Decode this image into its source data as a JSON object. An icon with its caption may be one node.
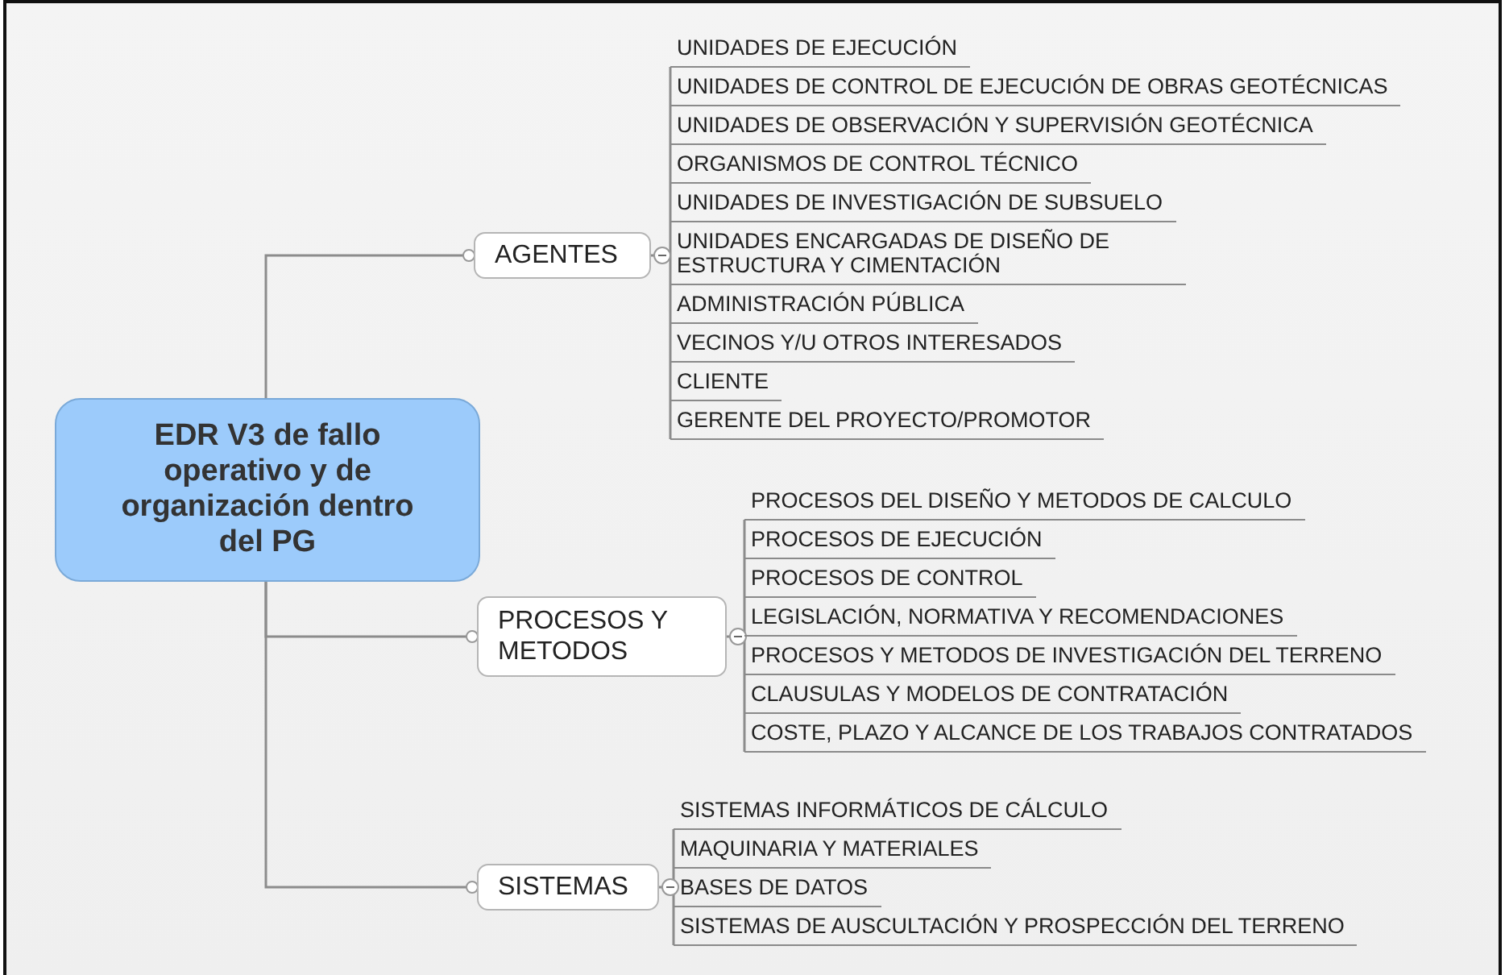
{
  "diagram": {
    "nodes": [
      {
        "text": [
          "EDR V3 de fallo operativo y de organización dentro del PG"
        ]
      },
      {
        "text": [
          "AGENTES"
        ]
      },
      {
        "text": [
          "UNIDADES DE EJECUCIÓN"
        ]
      },
      {
        "text": [
          "UNIDADES DE CONTROL DE EJECUCIÓN DE OBRAS GEOTÉCNICAS"
        ]
      },
      {
        "text": [
          "UNIDADES DE OBSERVACIÓN Y SUPERVISIÓN GEOTÉCNICA"
        ]
      },
      {
        "text": [
          "ORGANISMOS DE CONTROL TÉCNICO"
        ]
      },
      {
        "text": [
          "UNIDADES DE INVESTIGACIÓN DE SUBSUELO"
        ]
      },
      {
        "text": [
          "UNIDADES ENCARGADAS DE DISEÑO DE ESTRUCTURA Y CIMENTACIÓN"
        ]
      },
      {
        "text": [
          "ADMINISTRACIÓN PÚBLICA"
        ]
      },
      {
        "text": [
          "VECINOS Y/U OTROS INTERESADOS"
        ]
      },
      {
        "text": [
          "CLIENTE"
        ]
      },
      {
        "text": [
          "GERENTE DEL PROYECTO/PROMOTOR"
        ]
      },
      {
        "text": [
          "PROCESOS Y METODOS"
        ]
      },
      {
        "text": [
          "PROCESOS DEL DISEÑO Y METODOS DE CALCULO"
        ]
      },
      {
        "text": [
          "PROCESOS DE EJECUCIÓN"
        ]
      },
      {
        "text": [
          "PROCESOS DE CONTROL"
        ]
      },
      {
        "text": [
          "LEGISLACIÓN, NORMATIVA Y RECOMENDACIONES"
        ]
      },
      {
        "text": [
          "PROCESOS Y METODOS DE INVESTIGACIÓN DEL TERRENO"
        ]
      },
      {
        "text": [
          "CLAUSULAS Y MODELOS DE CONTRATACIÓN"
        ]
      },
      {
        "text": [
          "COSTE, PLAZO Y ALCANCE DE LOS TRABAJOS CONTRATADOS"
        ]
      },
      {
        "text": [
          "SISTEMAS"
        ]
      },
      {
        "text": [
          "SISTEMAS INFORMÁTICOS DE CÁLCULO"
        ]
      },
      {
        "text": [
          "MAQUINARIA Y MATERIALES"
        ]
      },
      {
        "text": [
          "BASES DE DATOS"
        ]
      },
      {
        "text": [
          "SISTEMAS DE AUSCULTACIÓN Y PROSPECCIÓN DEL TERRENO"
        ]
      }
    ],
    "edges": [
      {
        "from": 0,
        "to": 1,
        "arrow": "other"
      },
      {
        "from": 1,
        "to": 2,
        "arrow": "none"
      },
      {
        "from": 1,
        "to": 3,
        "arrow": "none"
      },
      {
        "from": 1,
        "to": 4,
        "arrow": "none"
      },
      {
        "from": 1,
        "to": 5,
        "arrow": "none"
      },
      {
        "from": 1,
        "to": 6,
        "arrow": "none"
      },
      {
        "from": 1,
        "to": 7,
        "arrow": "none"
      },
      {
        "from": 1,
        "to": 8,
        "arrow": "none"
      },
      {
        "from": 1,
        "to": 9,
        "arrow": "none"
      },
      {
        "from": 1,
        "to": 10,
        "arrow": "none"
      },
      {
        "from": 1,
        "to": 11,
        "arrow": "none"
      },
      {
        "from": 0,
        "to": 12,
        "arrow": "other"
      },
      {
        "from": 12,
        "to": 13,
        "arrow": "none"
      },
      {
        "from": 12,
        "to": 14,
        "arrow": "none"
      },
      {
        "from": 12,
        "to": 15,
        "arrow": "none"
      },
      {
        "from": 12,
        "to": 16,
        "arrow": "none"
      },
      {
        "from": 12,
        "to": 17,
        "arrow": "none"
      },
      {
        "from": 12,
        "to": 18,
        "arrow": "none"
      },
      {
        "from": 12,
        "to": 19,
        "arrow": "none"
      },
      {
        "from": 0,
        "to": 20,
        "arrow": "other"
      },
      {
        "from": 20,
        "to": 21,
        "arrow": "none"
      },
      {
        "from": 20,
        "to": 22,
        "arrow": "none"
      },
      {
        "from": 20,
        "to": 23,
        "arrow": "none"
      },
      {
        "from": 20,
        "to": 24,
        "arrow": "none"
      }
    ]
  }
}
